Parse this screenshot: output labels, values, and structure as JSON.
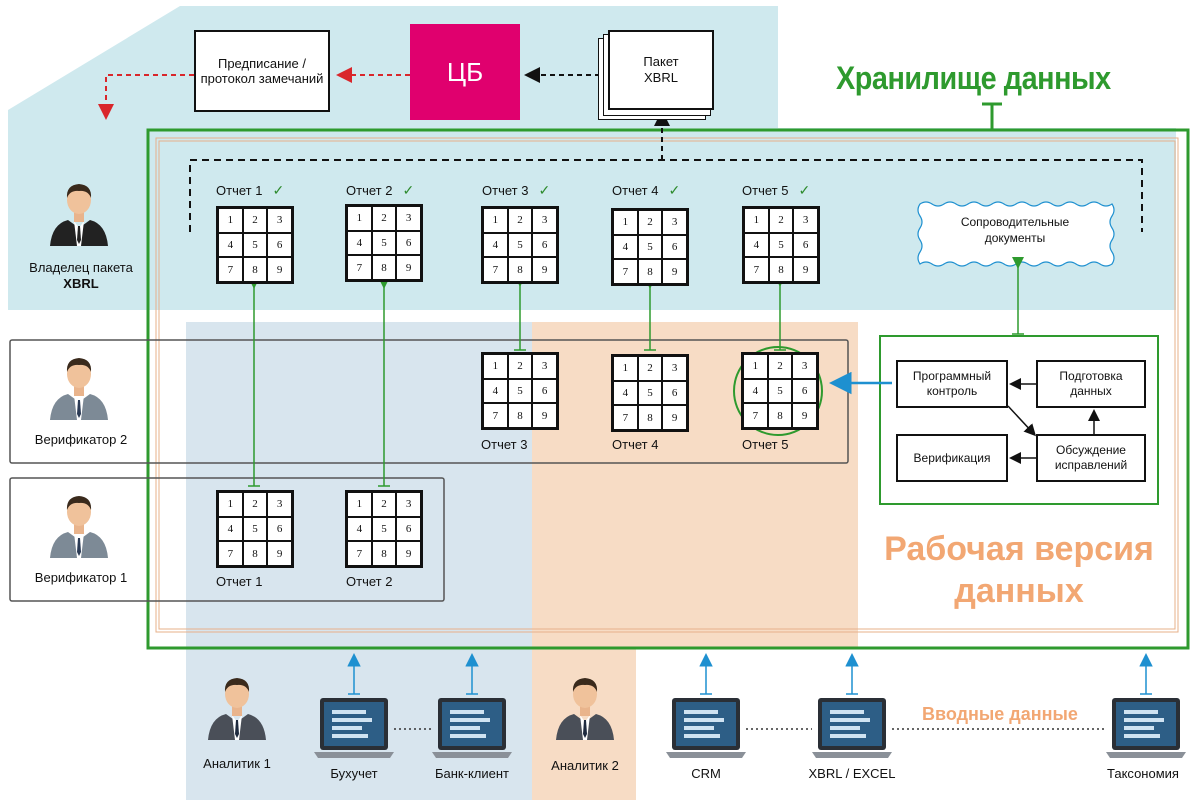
{
  "colors": {
    "top_panel": "#cfe9ee",
    "cb_box": "#e0006e",
    "storage_green": "#2e9a2e",
    "blue_zone": "#d8e5ee",
    "orange_zone": "#f7dcc5",
    "orange_text": "#f2a773",
    "arrow_blue": "#1e90d0",
    "arrow_red": "#d9262b"
  },
  "top": {
    "prescription": "Предписание / протокол замечаний",
    "cb": "ЦБ",
    "package": "Пакет XBRL",
    "storage_title": "Хранилище данных"
  },
  "owner": {
    "label_line1": "Владелец пакета",
    "label_line2": "XBRL"
  },
  "verifier2": {
    "label": "Верификатор 2"
  },
  "verifier1": {
    "label": "Верификатор 1"
  },
  "cells": [
    "1",
    "2",
    "3",
    "4",
    "5",
    "6",
    "7",
    "8",
    "9"
  ],
  "storage_reports": [
    {
      "label": "Отчет 1",
      "check": "✓"
    },
    {
      "label": "Отчет 2",
      "check": "✓"
    },
    {
      "label": "Отчет 3",
      "check": "✓"
    },
    {
      "label": "Отчет 4",
      "check": "✓"
    },
    {
      "label": "Отчет 5",
      "check": "✓"
    }
  ],
  "accompanying_docs": "Сопроводительные документы",
  "v2_reports": [
    "Отчет 3",
    "Отчет 4",
    "Отчет 5"
  ],
  "v1_reports": [
    "Отчет 1",
    "Отчет 2"
  ],
  "process": {
    "program_control": "Программный контроль",
    "data_prep": "Подготовка данных",
    "verification": "Верификация",
    "discussion": "Обсуждение исправлений"
  },
  "working_version": "Рабочая версия данных",
  "input_data": "Вводные данные",
  "analysts": [
    "Аналитик 1",
    "Аналитик 2"
  ],
  "sources": [
    "Бухучет",
    "Банк-клиент",
    "CRM",
    "XBRL / EXCEL",
    "Таксономия"
  ]
}
